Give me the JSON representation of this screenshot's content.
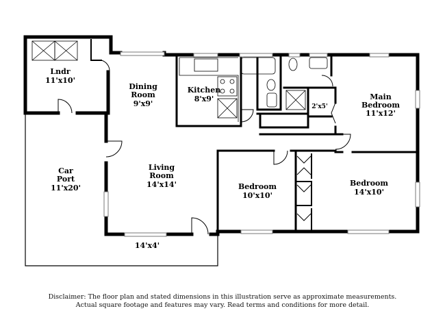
{
  "rooms": {
    "laundry": {
      "name": "Lndr",
      "dims": "11'x10'"
    },
    "dining": {
      "name_line1": "Dining",
      "name_line2": "Room",
      "dims": "9'x9'"
    },
    "kitchen": {
      "name": "Kitchen",
      "dims": "8'x9'"
    },
    "main_bedroom": {
      "name_line1": "Main",
      "name_line2": "Bedroom",
      "dims": "11'x12'"
    },
    "closet": {
      "dims": "2'x5'"
    },
    "carport": {
      "name_line1": "Car",
      "name_line2": "Port",
      "dims": "11'x20'"
    },
    "living": {
      "name_line1": "Living",
      "name_line2": "Room",
      "dims": "14'x14'"
    },
    "bedroom_middle": {
      "name": "Bedroom",
      "dims": "10'x10'"
    },
    "bedroom_right": {
      "name": "Bedroom",
      "dims": "14'x10'"
    },
    "porch": {
      "dims": "14'x4'"
    }
  },
  "disclaimer": {
    "line1": "Disclaimer: The floor plan and stated dimensions in this illustration serve as approximate measurements.",
    "line2": "Actual square footage and features may vary. Read terms and conditions for more detail."
  }
}
